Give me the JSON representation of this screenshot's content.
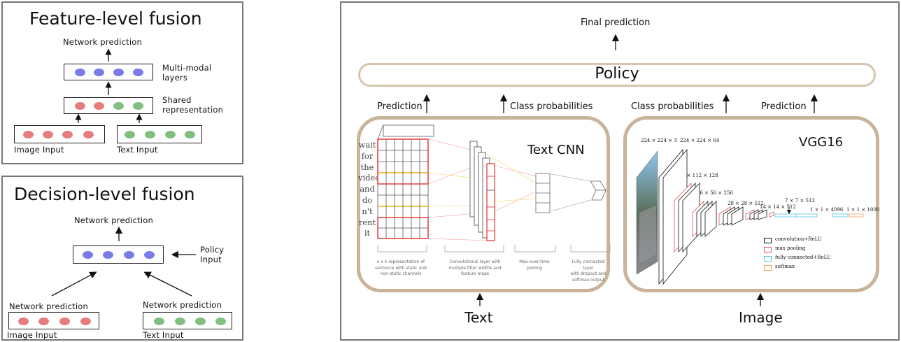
{
  "feature_level": {
    "title": "Feature-level fusion",
    "network_prediction": "Network prediction",
    "multimodal_label": [
      "Multi-modal",
      "layers"
    ],
    "shared_label": [
      "Shared",
      "representation"
    ],
    "image_input": "Image Input",
    "text_input": "Text Input"
  },
  "decision_level": {
    "title": "Decision-level fusion",
    "network_prediction": "Network prediction",
    "policy_input": [
      "Policy",
      "Input"
    ],
    "left_prediction": "Network prediction",
    "right_prediction": "Network prediction",
    "image_input": "Image Input",
    "text_input": "Text Input"
  },
  "main": {
    "final_prediction": "Final prediction",
    "policy": "Policy",
    "text_branch": {
      "prediction": "Prediction",
      "class_probabilities": "Class probabilities",
      "title": "Text CNN",
      "input_label": "Text",
      "words": [
        "wait",
        "for",
        "the",
        "video",
        "and",
        "do",
        "n't",
        "rent",
        "it"
      ],
      "captions": [
        [
          "n x k representation of",
          "sentence with static and",
          "non-static channels"
        ],
        [
          "Convolutional layer with",
          "multiple filter widths and",
          "feature maps"
        ],
        [
          "Max-over-time",
          "pooling"
        ],
        [
          "Fully connected layer",
          "with dropout and",
          "softmax output"
        ]
      ]
    },
    "image_branch": {
      "prediction": "Prediction",
      "class_probabilities": "Class probabilities",
      "title": "VGG16",
      "input_label": "Image",
      "dims": [
        "224 × 224 × 3",
        "224 × 224 × 64",
        "112 × 112 × 128",
        "56 × 56 × 256",
        "28 × 28 × 512",
        "14 × 14 × 512",
        "7 × 7 × 512",
        "1 × 1 × 4096",
        "1 × 1 × 1000"
      ],
      "legend": [
        {
          "label": "convolution+ReLU",
          "color": "#111111"
        },
        {
          "label": "max pooling",
          "color": "#e05555"
        },
        {
          "label": "fully connected+ReLU",
          "color": "#4fc3e8"
        },
        {
          "label": "softmax",
          "color": "#f0a050"
        }
      ]
    }
  },
  "colors": {
    "red_node": "#e77c7c",
    "green_node": "#7fbf7f",
    "blue_node": "#7b7be8",
    "branch_border": "#c9b49a",
    "panel_border": "#777777"
  }
}
